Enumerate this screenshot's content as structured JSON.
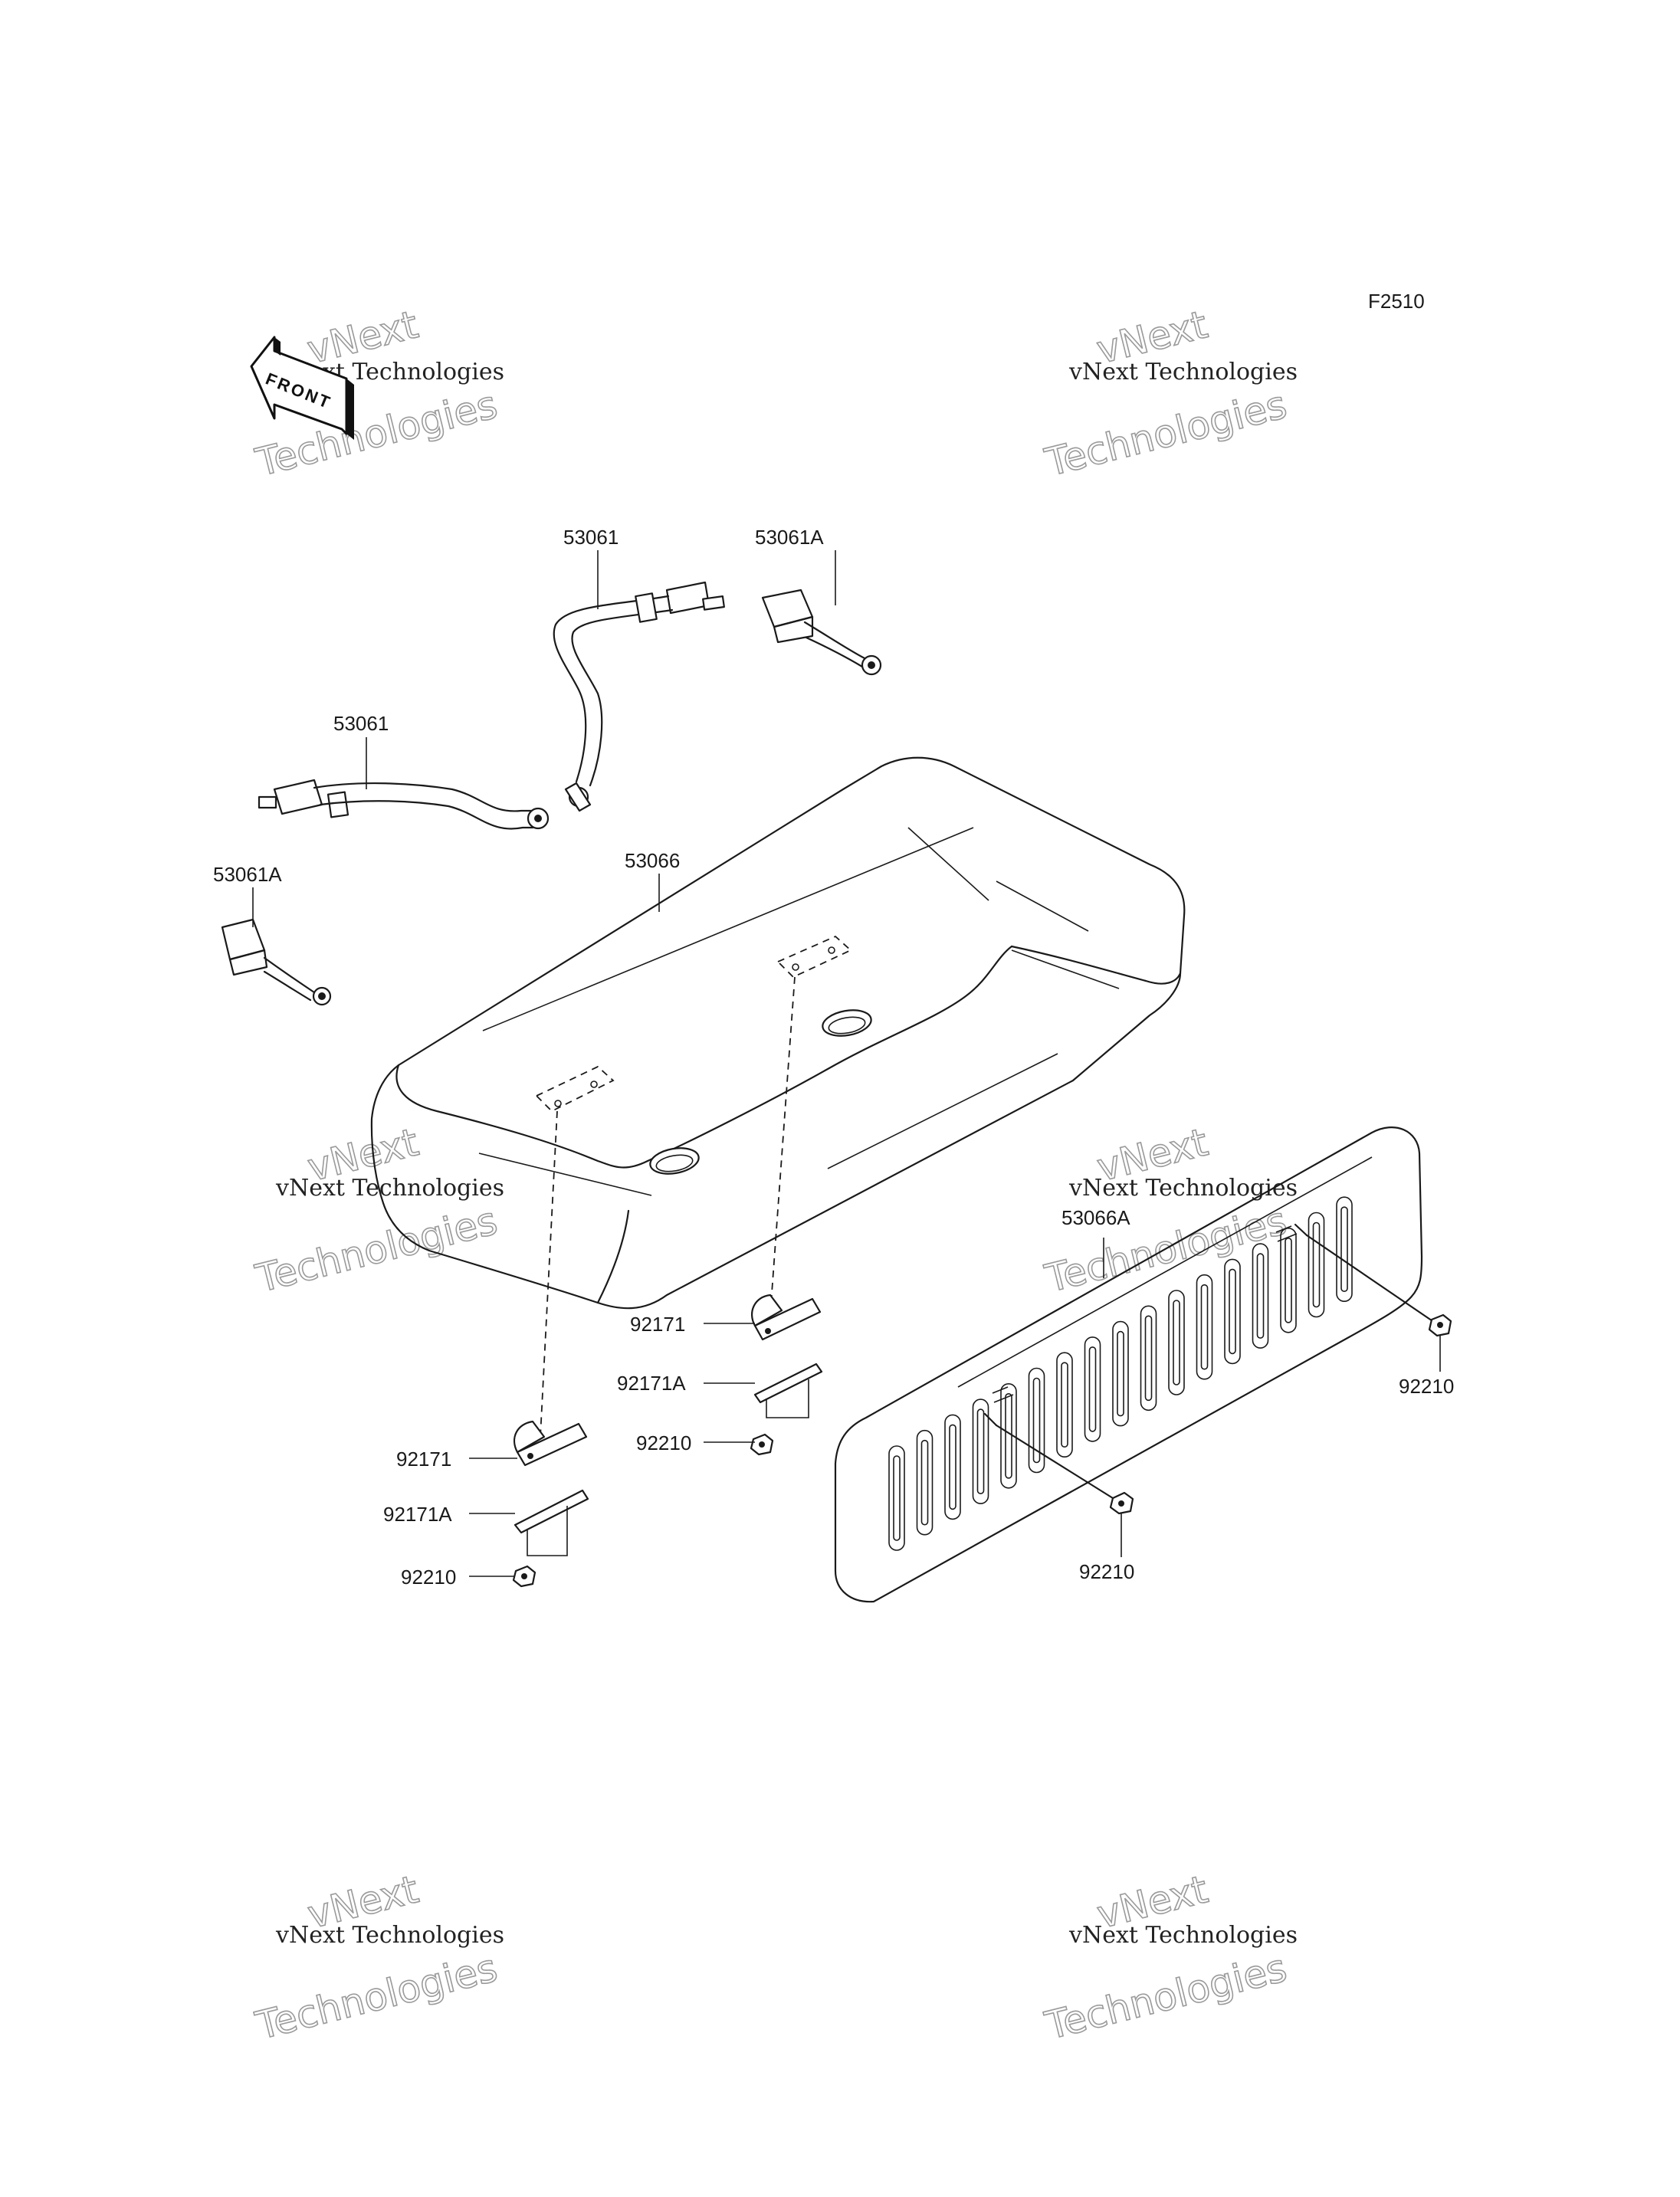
{
  "figure": {
    "code": "F2510",
    "front_label": "FRONT"
  },
  "watermark": {
    "line1": "vNext Technologies",
    "line2": "vNext",
    "line3": "Technologies"
  },
  "parts": {
    "belt_upper": "53061",
    "buckle_upper": "53061A",
    "belt_left": "53061",
    "buckle_left": "53061A",
    "seat_cushion": "53066",
    "seat_back": "53066A",
    "bracket_center": "92171",
    "bracket_center_a": "92171A",
    "nut_center": "92210",
    "bracket_left": "92171",
    "bracket_left_a": "92171A",
    "nut_left": "92210",
    "nut_back_right": "92210",
    "nut_back_center": "92210"
  }
}
